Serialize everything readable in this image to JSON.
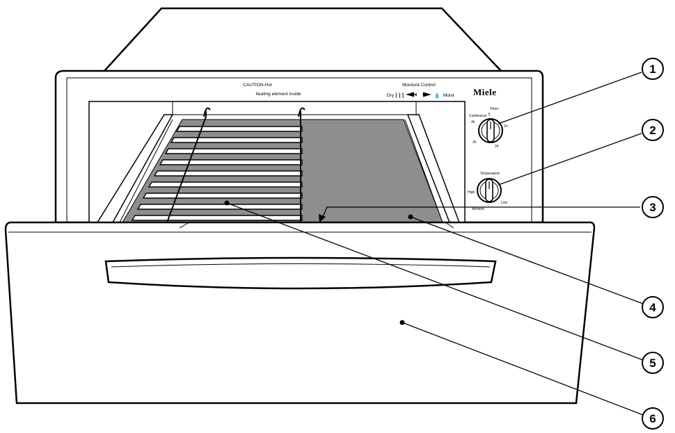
{
  "panel": {
    "caution_line1": "CAUTION-Hot",
    "caution_line2": "heating element inside",
    "moisture_title": "Moisture Control",
    "moisture_dry": "Dry",
    "moisture_moist": "Moist",
    "brand": "Miele"
  },
  "timer": {
    "title": "Timer",
    "zero": "0",
    "continuous": "Continuous",
    "h4": "4h",
    "h1": "1h",
    "h3": "3h",
    "h2": "2h"
  },
  "temperature": {
    "title": "Temperature",
    "high": "High",
    "low": "Low",
    "medium": "Medium"
  },
  "callouts": [
    "1",
    "2",
    "3",
    "4",
    "5",
    "6"
  ]
}
